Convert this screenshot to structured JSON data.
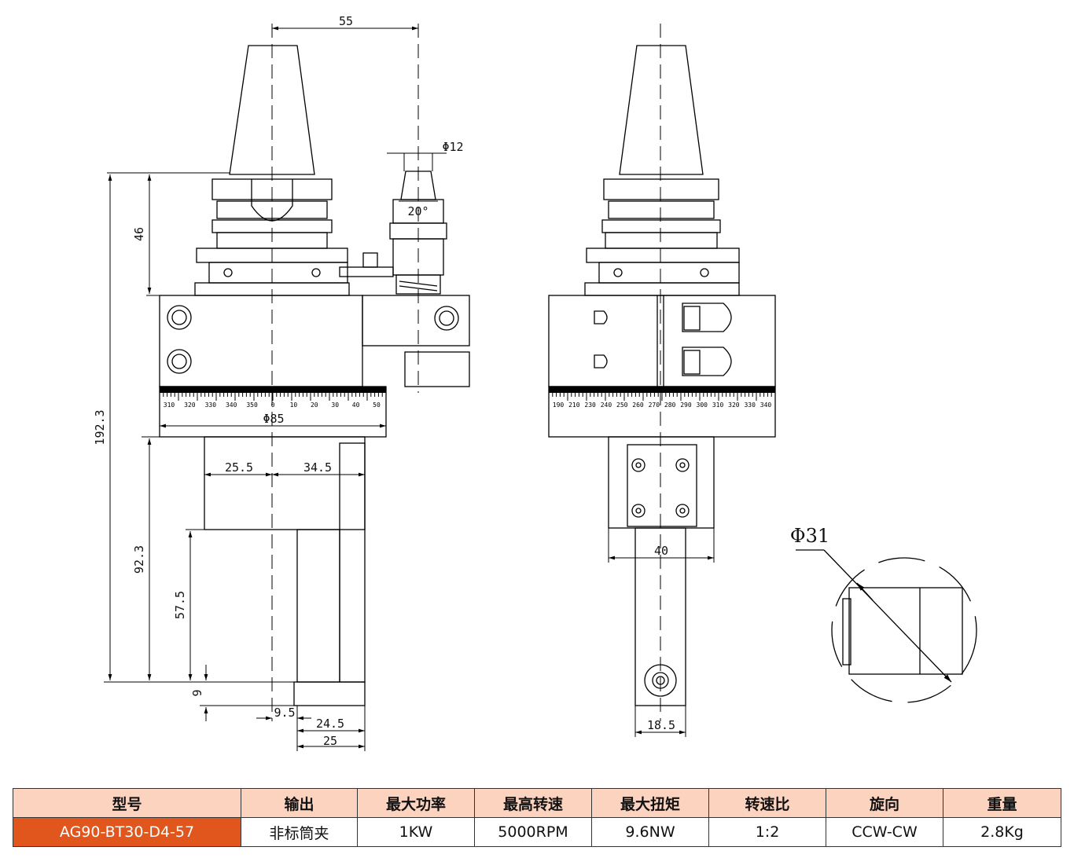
{
  "dimensions": {
    "d55": "55",
    "phi12": "Φ12",
    "angle20": "20°",
    "d46": "46",
    "d192": "192.3",
    "phi85": "Φ85",
    "d25_5": "25.5",
    "d34_5": "34.5",
    "d92": "92.3",
    "d57": "57.5",
    "d9": "9",
    "d9_5": "9.5",
    "d24_5": "24.5",
    "d25": "25",
    "d40": "40",
    "d18_5": "18.5",
    "phi31": "Φ31"
  },
  "scale_left": {
    "labels": [
      "310",
      "320",
      "330",
      "340",
      "350",
      "0",
      "10",
      "20",
      "30",
      "40",
      "50"
    ]
  },
  "scale_right": {
    "labels": [
      "190",
      "210",
      "230",
      "240",
      "250",
      "260",
      "270",
      "280",
      "290",
      "300",
      "310",
      "320",
      "330",
      "340"
    ]
  },
  "table": {
    "headers": [
      "型号",
      "输出",
      "最大功率",
      "最高转速",
      "最大扭矩",
      "转速比",
      "旋向",
      "重量"
    ],
    "values": [
      "AG90-BT30-D4-57",
      "非标筒夹",
      "1KW",
      "5000RPM",
      "9.6NW",
      "1:2",
      "CCW-CW",
      "2.8Kg"
    ]
  },
  "colors": {
    "header_bg": "#fbd3bf",
    "model_bg": "#e0561c",
    "model_text": "#ffffff"
  }
}
